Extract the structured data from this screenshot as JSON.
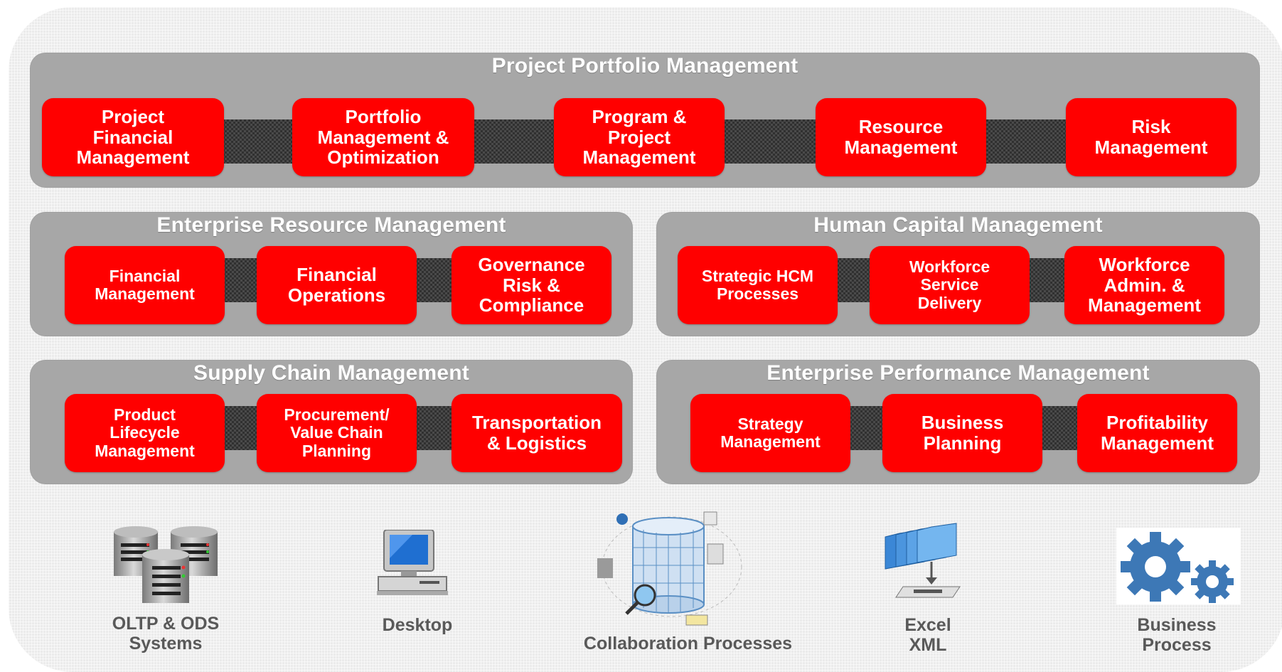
{
  "colors": {
    "canvas": "#ebebeb",
    "panel": "#a7a7a7",
    "module": "#ff0000",
    "text_light": "#ffffff",
    "text_dark": "#595959",
    "gear": "#3d78b6"
  },
  "ppm": {
    "title": "Project Portfolio Management",
    "modules": [
      "Project\nFinancial\nManagement",
      "Portfolio\nManagement &\nOptimization",
      "Program &\nProject\nManagement",
      "Resource\nManagement",
      "Risk\nManagement"
    ]
  },
  "erm": {
    "title": "Enterprise Resource Management",
    "modules": [
      "Financial\nManagement",
      "Financial\nOperations",
      "Governance\nRisk &\nCompliance"
    ]
  },
  "hcm": {
    "title": "Human Capital Management",
    "modules": [
      "Strategic HCM\nProcesses",
      "Workforce\nService\nDelivery",
      "Workforce\nAdmin. &\nManagement"
    ]
  },
  "scm": {
    "title": "Supply Chain Management",
    "modules": [
      "Product\nLifecycle\nManagement",
      "Procurement/\nValue Chain\nPlanning",
      "Transportation\n& Logistics"
    ]
  },
  "epm": {
    "title": "Enterprise Performance Management",
    "modules": [
      "Strategy\nManagement",
      "Business\nPlanning",
      "Profitability\nManagement"
    ]
  },
  "sources": [
    {
      "label": "OLTP & ODS\nSystems",
      "icon": "database-servers-icon"
    },
    {
      "label": "Desktop",
      "icon": "desktop-computer-icon"
    },
    {
      "label": "Collaboration Processes",
      "icon": "collaboration-globe-icon"
    },
    {
      "label": "Excel\nXML",
      "icon": "file-folders-icon"
    },
    {
      "label": "Business\nProcess",
      "icon": "gears-icon"
    }
  ]
}
